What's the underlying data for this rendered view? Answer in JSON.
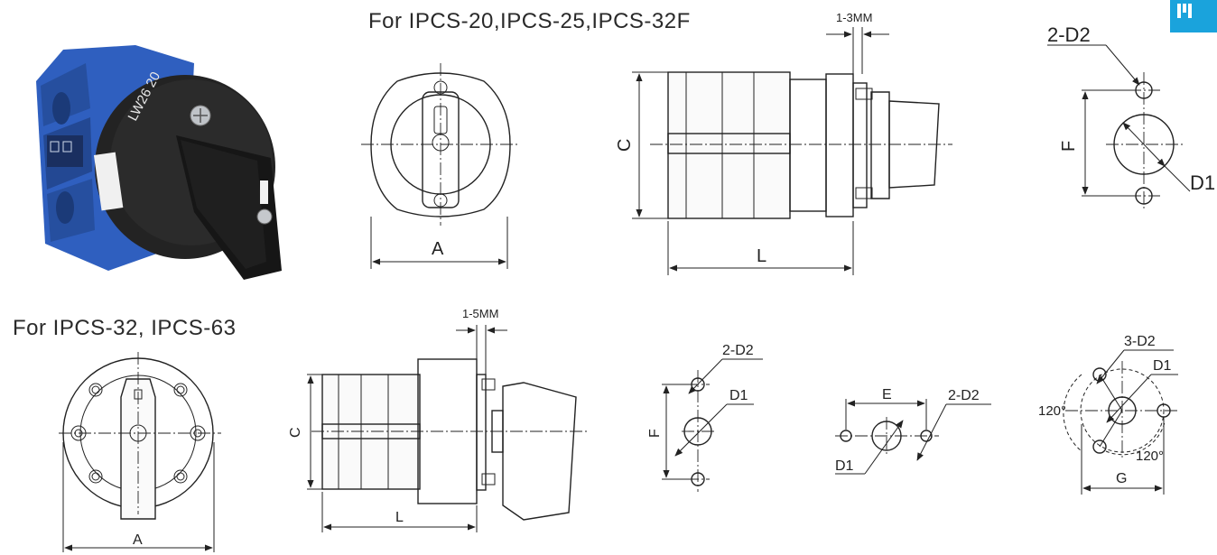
{
  "headings": {
    "top": "For IPCS-20,IPCS-25,IPCS-32F",
    "bottom": "For IPCS-32, IPCS-63"
  },
  "product_photo": {
    "model_text": "LW26 20",
    "body_color": "#2f5fbf",
    "handle_color": "#1c1c1c"
  },
  "top_row": {
    "front_view": {
      "dim_width": "A"
    },
    "side_view": {
      "gap_label": "1-3MM",
      "dim_height": "C",
      "dim_length": "L"
    },
    "mounting": {
      "holes_label": "2-D2",
      "center_label": "D1",
      "spacing_label": "F"
    }
  },
  "bottom_row": {
    "front_view": {
      "dim_width": "A"
    },
    "side_view": {
      "gap_label": "1-5MM",
      "dim_height": "C",
      "dim_length": "L"
    },
    "mount_vertical": {
      "holes_label": "2-D2",
      "center_label": "D1",
      "spacing_label": "F"
    },
    "mount_horizontal": {
      "spacing_label": "E",
      "holes_label": "2-D2",
      "center_label": "D1"
    },
    "mount_triangle": {
      "holes_label": "3-D2",
      "center_label": "D1",
      "angle_left": "120°",
      "angle_right": "120°",
      "spacing_label": "G"
    }
  },
  "logo": {
    "color": "#1aa3dc"
  }
}
